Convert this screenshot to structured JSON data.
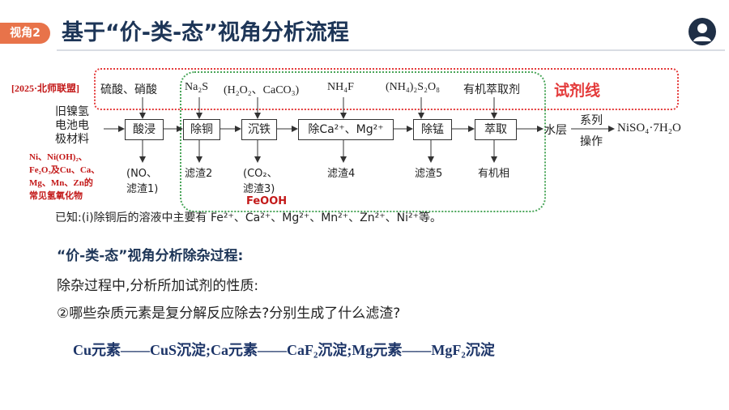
{
  "header": {
    "tag": "视角2",
    "title": "基于“价-类-态”视角分析流程"
  },
  "diagram": {
    "source_tag": "[2025·北师联盟]",
    "reagent_line_label": "试剂线",
    "feed": [
      "旧镍氢",
      "电池电",
      "极材料"
    ],
    "feed_components": [
      "Ni、Ni(OH)₂、",
      "Fe₂O₃及Cu、Ca、",
      "Mg、Mn、Zn的",
      "常见氢氧化物"
    ],
    "reagents": {
      "r1": "硫酸、硝酸",
      "r2": "Na₂S",
      "r3": "(H₂O₂、CaCO₃)",
      "r4": "NH₄F",
      "r5": "(NH₄)₂S₂O₈",
      "r6": "有机萃取剂"
    },
    "steps": {
      "s1": "酸浸",
      "s2": "除铜",
      "s3": "沉铁",
      "s4": "除Ca²⁺、Mg²⁺",
      "s5": "除锰",
      "s6": "萃取"
    },
    "after": {
      "aqueous": "水层",
      "op1": "系列",
      "op2": "操作",
      "product": "NiSO₄·7H₂O"
    },
    "residues": {
      "res1a": "(NO、",
      "res1b": "滤渣1)",
      "res2": "滤渣2",
      "res3a": "(CO₂、",
      "res3b": "滤渣3)",
      "res4": "滤渣4",
      "res5": "滤渣5",
      "res6": "有机相"
    },
    "feooh": "FeOOH",
    "known": "已知:(ⅰ)除铜后的溶液中主要有 Fe²⁺、Ca²⁺、Mg²⁺、Mn²⁺、Zn²⁺、Ni²⁺等。"
  },
  "analysis": {
    "heading": "“价-类-态”视角分析除杂过程:",
    "line1": "除杂过程中,分析所加试剂的性质:",
    "line2": "②哪些杂质元素是复分解反应除去?分别生成了什么滤渣?",
    "answer": "Cu元素——CuS沉淀;Ca元素——CaF₂沉淀;Mg元素——MgF₂沉淀"
  },
  "colors": {
    "accent_orange": "#e8734a",
    "title_navy": "#1d3557",
    "highlight_red": "#e43b3b",
    "dotted_green": "#4aa65a"
  }
}
